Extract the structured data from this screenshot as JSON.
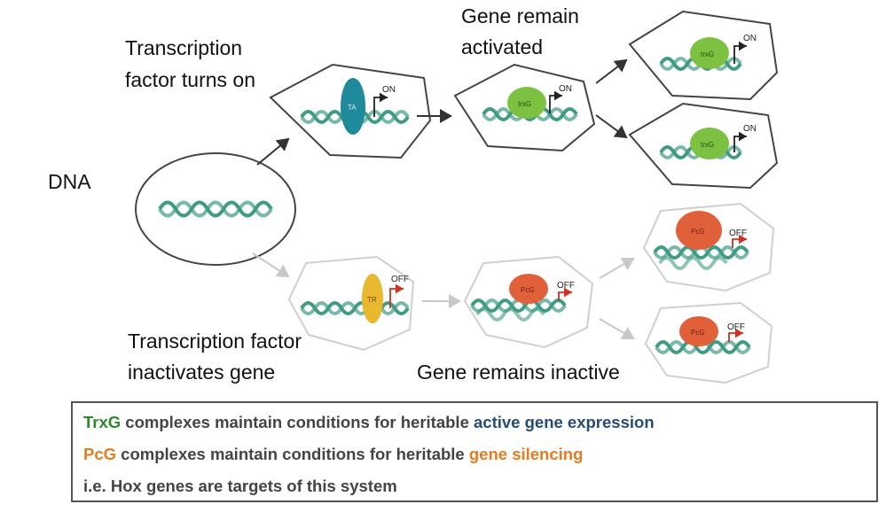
{
  "labels": {
    "dna": "DNA",
    "tf_on_1": "Transcription",
    "tf_on_2": "factor turns on",
    "remain_act_1": "Gene remain",
    "remain_act_2": "activated",
    "tf_inact_1": "Transcription factor",
    "tf_inact_2": "inactivates gene",
    "remain_inactive": "Gene remains inactive"
  },
  "cells": {
    "on_text": "ON",
    "off_text": "OFF",
    "ta_text": "TA",
    "tr_text": "TR",
    "trxg_text": "trxG",
    "pcg_text": "PcG"
  },
  "legend": {
    "line1": {
      "a": "TrxG",
      "b": " complexes maintain conditions for heritable ",
      "c": "active gene expression"
    },
    "line2": {
      "a": "PcG",
      "b": " complexes maintain conditions for heritable ",
      "c": "gene silencing"
    },
    "line3": "i.e. Hox genes are targets of this system"
  },
  "colors": {
    "dna": "#3f9b84",
    "ta": "#1f8a9a",
    "trxg": "#7dc142",
    "pcg": "#e0603a",
    "tr": "#e8b82e",
    "arrow": "#333333"
  }
}
